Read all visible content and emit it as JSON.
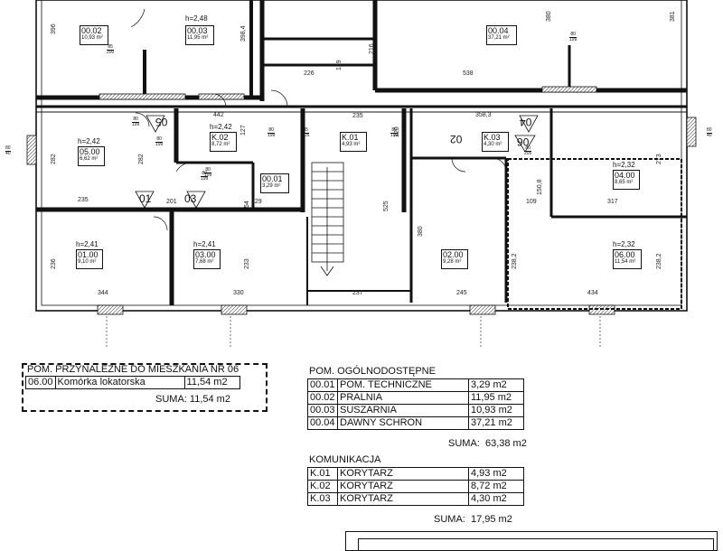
{
  "rooms": [
    {
      "id": "r0002",
      "no": "00.02",
      "area": "10,93 m²",
      "h": ""
    },
    {
      "id": "r0003",
      "no": "00.03",
      "area": "11,95 m²",
      "h": "h=2,48"
    },
    {
      "id": "r0004",
      "no": "00.04",
      "area": "37,21 m²",
      "h": ""
    },
    {
      "id": "rk02",
      "no": "K.02",
      "area": "8,72 m²",
      "h": "h=2,42"
    },
    {
      "id": "rk01",
      "no": "K.01",
      "area": "4,93 m²",
      "h": ""
    },
    {
      "id": "rk03",
      "no": "K.03",
      "area": "4,30 m²",
      "h": ""
    },
    {
      "id": "r0500",
      "no": "05.00",
      "area": "6,62 m²",
      "h": "h=2,42"
    },
    {
      "id": "r0001",
      "no": "00.01",
      "area": "3,29 m²",
      "h": ""
    },
    {
      "id": "r0400",
      "no": "04.00",
      "area": "8,65 m²",
      "h": "h=2,32"
    },
    {
      "id": "r0100",
      "no": "01.00",
      "area": "9,10 m²",
      "h": "h=2,41"
    },
    {
      "id": "r0300",
      "no": "03.00",
      "area": "7,68 m²",
      "h": "h=2,41"
    },
    {
      "id": "r0200",
      "no": "02.00",
      "area": "9,28 m²",
      "h": ""
    },
    {
      "id": "r0600",
      "no": "06.00",
      "area": "11,54 m²",
      "h": "h=2,32"
    }
  ],
  "dimensions": {
    "d396": "396",
    "d3984": "398,4",
    "d226": "226",
    "d139": "139",
    "d216": "216",
    "d538": "538",
    "d381": "381",
    "d380t": "380",
    "d235a": "235",
    "d235b": "235",
    "d3583": "358,3",
    "d282a": "282",
    "d282b": "282",
    "d442": "442",
    "d127": "127",
    "d120": "120",
    "d525": "525",
    "d380m": "380",
    "d1508": "150,8",
    "d109": "109",
    "d317": "317",
    "d273": "273",
    "d201": "201",
    "d54": "54",
    "d229": "229",
    "d236": "236",
    "d233": "233",
    "d344": "344",
    "d330": "330",
    "d237": "237",
    "d245": "245",
    "d434": "434",
    "d2382a": "238,2",
    "d2382b": "238,2"
  },
  "fractions": [
    {
      "id": "f1",
      "top": "85",
      "bottom": "200"
    },
    {
      "id": "f2",
      "top": "80",
      "bottom": "199"
    },
    {
      "id": "f3",
      "top": "80",
      "bottom": "199"
    },
    {
      "id": "f4",
      "top": "80",
      "bottom": "199"
    },
    {
      "id": "f5",
      "top": "80",
      "bottom": "199"
    },
    {
      "id": "f6",
      "top": "80",
      "bottom": "199"
    },
    {
      "id": "f7",
      "top": "80",
      "bottom": "199"
    },
    {
      "id": "f8",
      "top": "85",
      "bottom": "205"
    },
    {
      "id": "f9",
      "top": "80",
      "bottom": "205"
    },
    {
      "id": "f10",
      "top": "80",
      "bottom": "199"
    }
  ],
  "sections": {
    "s05": "05",
    "s04": "04",
    "s01": "01",
    "s03": "03",
    "s02": "02",
    "s06": "06"
  },
  "windows_mark": {
    "top": "80",
    "bottom": "40"
  },
  "table_private": {
    "title": "POM. PRZYNALEŻNE DO MIESZKANIA NR 06",
    "rows": [
      {
        "no": "06.00",
        "name": "Komórka lokatorska",
        "area": "11,54 m2"
      }
    ],
    "sum_label": "SUMA:",
    "sum_value": "11,54 m2"
  },
  "table_common": {
    "title": "POM. OGÓLNODOSTĘPNE",
    "rows": [
      {
        "no": "00.01",
        "name": "POM. TECHNICZNE",
        "area": "3,29 m2"
      },
      {
        "no": "00.02",
        "name": "PRALNIA",
        "area": "11,95 m2"
      },
      {
        "no": "00.03",
        "name": "SUSZARNIA",
        "area": "10,93 m2"
      },
      {
        "no": "00.04",
        "name": "DAWNY SCHRON",
        "area": "37,21 m2"
      }
    ],
    "sum_label": "SUMA:",
    "sum_value": "63,38 m2"
  },
  "table_comm": {
    "title": "KOMUNIKACJA",
    "rows": [
      {
        "no": "K.01",
        "name": "KORYTARZ",
        "area": "4,93 m2"
      },
      {
        "no": "K.02",
        "name": "KORYTARZ",
        "area": "8,72 m2"
      },
      {
        "no": "K.03",
        "name": "KORYTARZ",
        "area": "4,30 m2"
      }
    ],
    "sum_label": "SUMA:",
    "sum_value": "17,95 m2"
  }
}
